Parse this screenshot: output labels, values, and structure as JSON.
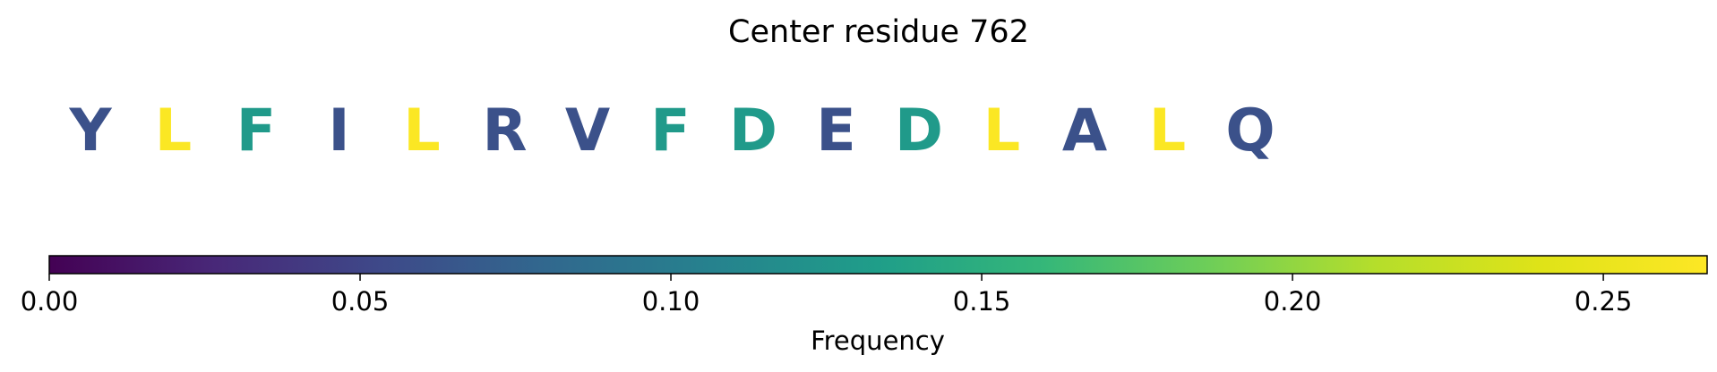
{
  "chart_data": {
    "type": "heatmap",
    "title": "Center residue 762",
    "residues": [
      {
        "letter": "Y",
        "frequency": 0.06
      },
      {
        "letter": "L",
        "frequency": 0.265
      },
      {
        "letter": "F",
        "frequency": 0.13
      },
      {
        "letter": "I",
        "frequency": 0.06
      },
      {
        "letter": "L",
        "frequency": 0.265
      },
      {
        "letter": "R",
        "frequency": 0.06
      },
      {
        "letter": "V",
        "frequency": 0.06
      },
      {
        "letter": "F",
        "frequency": 0.13
      },
      {
        "letter": "D",
        "frequency": 0.13
      },
      {
        "letter": "E",
        "frequency": 0.06
      },
      {
        "letter": "D",
        "frequency": 0.13
      },
      {
        "letter": "L",
        "frequency": 0.265
      },
      {
        "letter": "A",
        "frequency": 0.06
      },
      {
        "letter": "L",
        "frequency": 0.265
      },
      {
        "letter": "Q",
        "frequency": 0.06
      }
    ],
    "colorbar": {
      "label": "Frequency",
      "colormap": "viridis",
      "range": [
        0,
        0.2667
      ],
      "ticks": [
        {
          "value": 0.0,
          "label": "0.00"
        },
        {
          "value": 0.05,
          "label": "0.05"
        },
        {
          "value": 0.1,
          "label": "0.10"
        },
        {
          "value": 0.15,
          "label": "0.15"
        },
        {
          "value": 0.2,
          "label": "0.20"
        },
        {
          "value": 0.25,
          "label": "0.25"
        }
      ]
    }
  }
}
